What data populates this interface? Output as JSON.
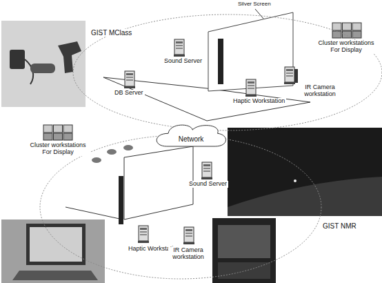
{
  "diagram": {
    "nodes": [
      {
        "text": [
          "GIST MClass"
        ]
      },
      {
        "text": [
          "Network"
        ]
      },
      {
        "text": [
          "GIST NMR"
        ]
      }
    ],
    "labels": [
      "Silver Screen",
      "Sound Server",
      "Cluster workstations For Display",
      "Haptic Workstation",
      "IR Camera workstation",
      "DB Server",
      "Cluster workstations For Display",
      "Sound Server",
      "Haptic Workstation",
      "IR Camera workstation"
    ]
  }
}
